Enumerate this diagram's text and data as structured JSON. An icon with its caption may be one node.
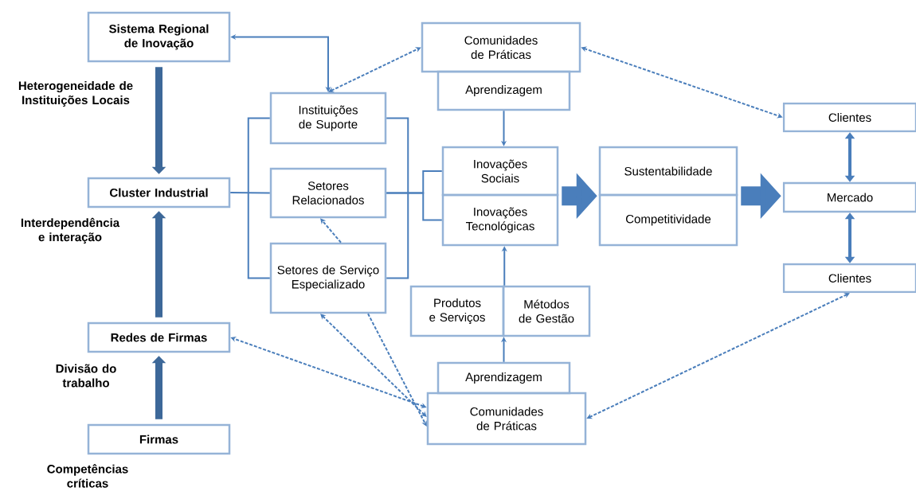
{
  "diagram": {
    "nodes": [
      {
        "text": [
          "Sistema Regional de Inovação"
        ]
      },
      {
        "text": [
          "Cluster Industrial"
        ]
      },
      {
        "text": [
          "Redes de Firmas"
        ]
      },
      {
        "text": [
          "Firmas"
        ]
      },
      {
        "text": [
          "Instituições de Suporte"
        ]
      },
      {
        "text": [
          "Setores Relacionados"
        ]
      },
      {
        "text": [
          "Setores de Serviço Especializado"
        ]
      },
      {
        "text": [
          "Comunidades de Práticas"
        ]
      },
      {
        "text": [
          "Aprendizagem"
        ]
      },
      {
        "text": [
          "Inovações Sociais"
        ]
      },
      {
        "text": [
          "Inovações Tecnológicas"
        ]
      },
      {
        "text": [
          "Sustentabilidade"
        ]
      },
      {
        "text": [
          "Competitividade"
        ]
      },
      {
        "text": [
          "Produtos e Serviços"
        ]
      },
      {
        "text": [
          "Métodos de Gestão"
        ]
      },
      {
        "text": [
          "Aprendizagem"
        ]
      },
      {
        "text": [
          "Comunidades de Práticas"
        ]
      },
      {
        "text": [
          "Clientes"
        ]
      },
      {
        "text": [
          "Mercado"
        ]
      },
      {
        "text": [
          "Clientes"
        ]
      }
    ],
    "edges": [
      {
        "from": 4,
        "to": 0,
        "arrow": "both"
      },
      {
        "from": 0,
        "to": 1,
        "arrow": "to",
        "style": "thick",
        "color": "#3d6899"
      },
      {
        "from": 2,
        "to": 1,
        "arrow": "to",
        "style": "thick",
        "color": "#3d6899"
      },
      {
        "from": 3,
        "to": 2,
        "arrow": "to",
        "style": "thick",
        "color": "#3d6899"
      },
      {
        "from": 4,
        "to": 7,
        "arrow": "both",
        "style": "dashed"
      },
      {
        "from": 7,
        "to": 17,
        "arrow": "both",
        "style": "dashed"
      },
      {
        "from": 8,
        "to": 9,
        "arrow": "to"
      },
      {
        "from": 1,
        "to": 5,
        "arrow": "none"
      },
      {
        "from": 5,
        "to": 9,
        "arrow": "none"
      },
      {
        "from": 5,
        "to": 10,
        "arrow": "none"
      },
      {
        "from": 4,
        "to": 6,
        "arrow": "none"
      },
      {
        "from": 4,
        "to": 6,
        "arrow": "none"
      },
      {
        "from": 6,
        "to": 5,
        "arrow": "to",
        "style": "dashed"
      },
      {
        "from": 16,
        "to": 2,
        "arrow": "both",
        "style": "dashed"
      },
      {
        "from": 6,
        "to": 16,
        "arrow": "both",
        "style": "dashed"
      },
      {
        "from": 6,
        "to": 16,
        "arrow": "to",
        "style": "dashed"
      },
      {
        "from": 9,
        "to": 11,
        "arrow": "to",
        "style": "thick"
      },
      {
        "from": 11,
        "to": 18,
        "arrow": "to",
        "style": "thick"
      },
      {
        "from": 15,
        "to": 13,
        "arrow": "to"
      },
      {
        "from": 13,
        "to": 10,
        "arrow": "to"
      },
      {
        "from": 17,
        "to": 18,
        "arrow": "both",
        "style": "thick"
      },
      {
        "from": 18,
        "to": 19,
        "arrow": "both",
        "style": "thick"
      },
      {
        "from": 19,
        "to": 16,
        "arrow": "both",
        "style": "dashed"
      }
    ],
    "labels": [
      "Heterogeneidade de Instituições Locais",
      "Interdependência e interação",
      "Divisão do trabalho",
      "Competências críticas"
    ]
  }
}
